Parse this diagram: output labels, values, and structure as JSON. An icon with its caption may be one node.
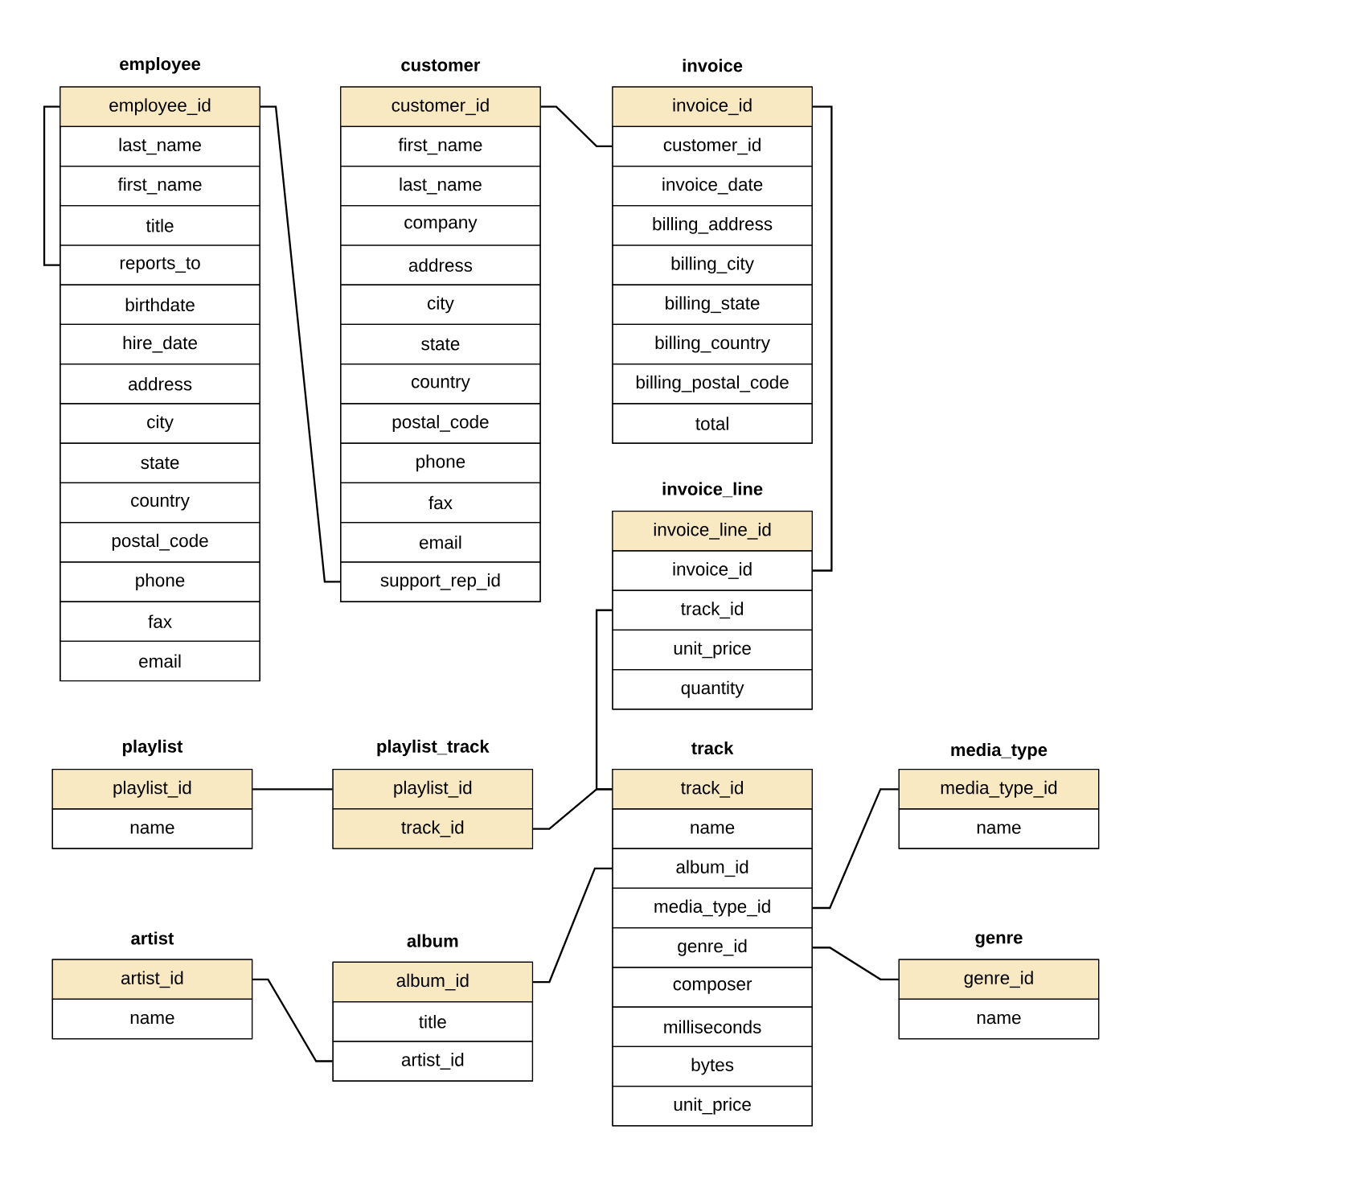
{
  "diagram": {
    "nodes": [
      {
        "text": [
          "employee"
        ]
      },
      {
        "text": [
          "employee_id"
        ],
        "in": 0
      },
      {
        "text": [
          "last_name"
        ],
        "in": 0
      },
      {
        "text": [
          "first_name"
        ],
        "in": 0
      },
      {
        "text": [
          "title"
        ],
        "in": 0
      },
      {
        "text": [
          "reports_to"
        ],
        "in": 0
      },
      {
        "text": [
          "birthdate"
        ],
        "in": 0
      },
      {
        "text": [
          "hire_date"
        ],
        "in": 0
      },
      {
        "text": [
          "address"
        ],
        "in": 0
      },
      {
        "text": [
          "city"
        ],
        "in": 0
      },
      {
        "text": [
          "state"
        ],
        "in": 0
      },
      {
        "text": [
          "country"
        ],
        "in": 0
      },
      {
        "text": [
          "postal_code"
        ],
        "in": 0
      },
      {
        "text": [
          "phone"
        ],
        "in": 0
      },
      {
        "text": [
          "fax"
        ],
        "in": 0
      },
      {
        "text": [
          "email"
        ],
        "in": 0
      },
      {
        "text": [
          "customer"
        ]
      },
      {
        "text": [
          "customer_id"
        ],
        "in": 16
      },
      {
        "text": [
          "first_name"
        ],
        "in": 16
      },
      {
        "text": [
          "last_name"
        ],
        "in": 16
      },
      {
        "text": [
          "company"
        ],
        "in": 16
      },
      {
        "text": [
          "address"
        ],
        "in": 16
      },
      {
        "text": [
          "city"
        ],
        "in": 16
      },
      {
        "text": [
          "state"
        ],
        "in": 16
      },
      {
        "text": [
          "country"
        ],
        "in": 16
      },
      {
        "text": [
          "postal_code"
        ],
        "in": 16
      },
      {
        "text": [
          "phone"
        ],
        "in": 16
      },
      {
        "text": [
          "fax"
        ],
        "in": 16
      },
      {
        "text": [
          "email"
        ],
        "in": 16
      },
      {
        "text": [
          "support_rep_id"
        ],
        "in": 16
      },
      {
        "text": [
          "invoice"
        ]
      },
      {
        "text": [
          "invoice_id"
        ],
        "in": 30
      },
      {
        "text": [
          "customer_id"
        ],
        "in": 30
      },
      {
        "text": [
          "invoice_date"
        ],
        "in": 30
      },
      {
        "text": [
          "billing_address"
        ],
        "in": 30
      },
      {
        "text": [
          "billing_city"
        ],
        "in": 30
      },
      {
        "text": [
          "billing_state"
        ],
        "in": 30
      },
      {
        "text": [
          "billing_country"
        ],
        "in": 30
      },
      {
        "text": [
          "billing_postal_code"
        ],
        "in": 30
      },
      {
        "text": [
          "total"
        ],
        "in": 30
      },
      {
        "text": [
          "invoice_line"
        ]
      },
      {
        "text": [
          "invoice_line_id"
        ],
        "in": 40
      },
      {
        "text": [
          "invoice_id"
        ],
        "in": 40
      },
      {
        "text": [
          "track_id"
        ],
        "in": 40
      },
      {
        "text": [
          "unit_price"
        ],
        "in": 40
      },
      {
        "text": [
          "quantity"
        ],
        "in": 40
      },
      {
        "text": [
          "playlist"
        ]
      },
      {
        "text": [
          "playlist_id"
        ],
        "in": 46
      },
      {
        "text": [
          "name"
        ],
        "in": 46
      },
      {
        "text": [
          "playlist_track"
        ]
      },
      {
        "text": [
          "playlist_id"
        ],
        "in": 49
      },
      {
        "text": [
          "track_id"
        ],
        "in": 49
      },
      {
        "text": [
          "track"
        ]
      },
      {
        "text": [
          "track_id"
        ],
        "in": 52
      },
      {
        "text": [
          "name"
        ],
        "in": 52
      },
      {
        "text": [
          "album_id"
        ],
        "in": 52
      },
      {
        "text": [
          "media_type_id"
        ],
        "in": 52
      },
      {
        "text": [
          "genre_id"
        ],
        "in": 52
      },
      {
        "text": [
          "composer"
        ],
        "in": 52
      },
      {
        "text": [
          "milliseconds"
        ],
        "in": 52
      },
      {
        "text": [
          "bytes"
        ],
        "in": 52
      },
      {
        "text": [
          "unit_price"
        ],
        "in": 52
      },
      {
        "text": [
          "media_type"
        ]
      },
      {
        "text": [
          "media_type_id"
        ],
        "in": 62
      },
      {
        "text": [
          "name"
        ],
        "in": 62
      },
      {
        "text": [
          "artist"
        ]
      },
      {
        "text": [
          "artist_id"
        ],
        "in": 65
      },
      {
        "text": [
          "name"
        ],
        "in": 65
      },
      {
        "text": [
          "album"
        ]
      },
      {
        "text": [
          "album_id"
        ],
        "in": 68
      },
      {
        "text": [
          "title"
        ],
        "in": 68
      },
      {
        "text": [
          "artist_id"
        ],
        "in": 68
      },
      {
        "text": [
          "genre"
        ]
      },
      {
        "text": [
          "genre_id"
        ],
        "in": 72
      },
      {
        "text": [
          "name"
        ],
        "in": 72
      }
    ],
    "edges": [
      {
        "from": 5,
        "to": 1,
        "arrow": "none"
      },
      {
        "from": 29,
        "to": 1,
        "arrow": "none"
      },
      {
        "from": 32,
        "to": 17,
        "arrow": "none"
      },
      {
        "from": 42,
        "to": 31,
        "arrow": "none"
      },
      {
        "from": 50,
        "to": 47,
        "arrow": "none"
      },
      {
        "from": 51,
        "to": 53,
        "arrow": "none"
      },
      {
        "from": 43,
        "to": 53,
        "arrow": "none"
      },
      {
        "from": 55,
        "to": 69,
        "arrow": "none"
      },
      {
        "from": 71,
        "to": 66,
        "arrow": "none"
      },
      {
        "from": 56,
        "to": 63,
        "arrow": "none"
      },
      {
        "from": 57,
        "to": 73,
        "arrow": "none"
      }
    ]
  }
}
